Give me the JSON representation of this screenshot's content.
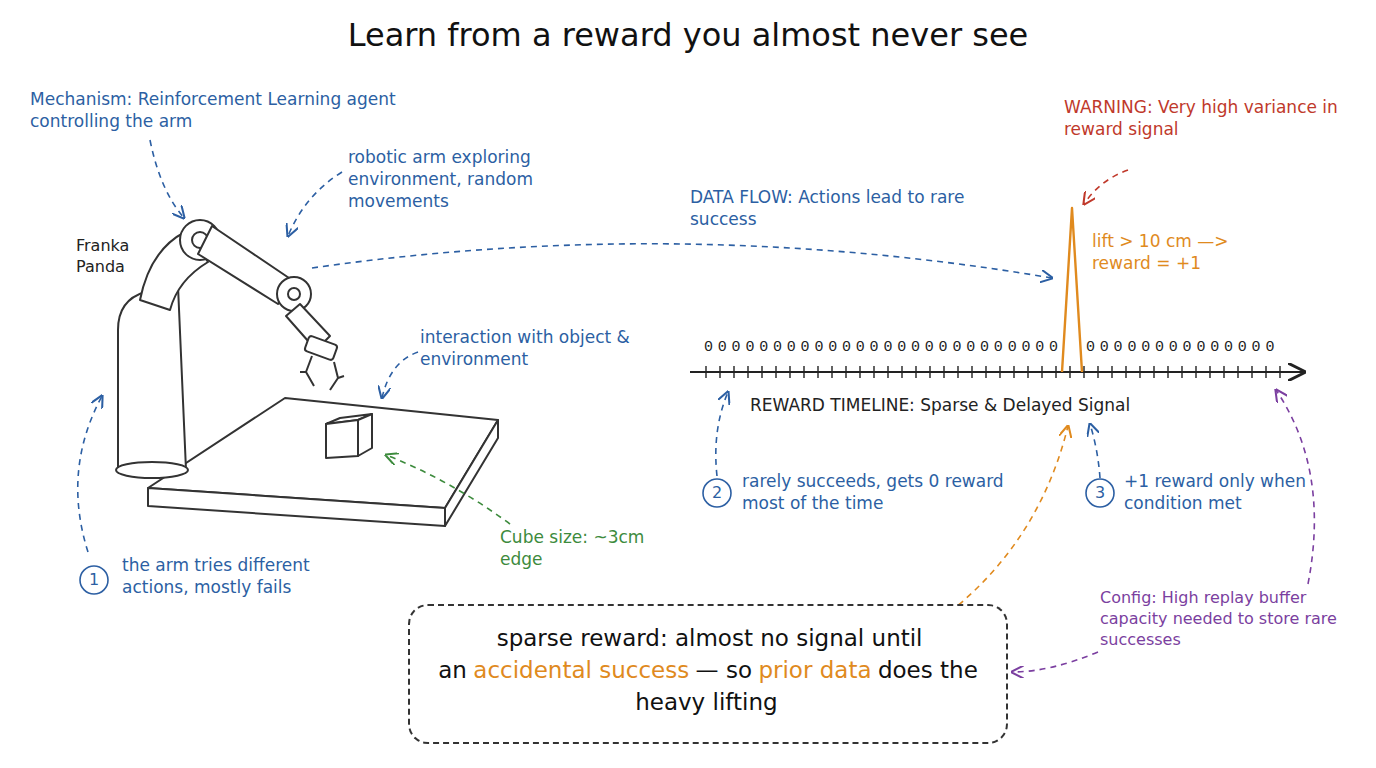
{
  "diagram": {
    "title": "Learn from a reward you almost never see",
    "nodes": [
      {
        "text": [
          "sparse reward: almost no signal until an",
          "accidental success",
          "— so",
          "prior data",
          "does the heavy lifting"
        ]
      }
    ],
    "labels": [
      "Mechanism: Reinforcement Learning agent controlling the arm",
      "robotic arm exploring environment, random movements",
      "Franka Panda",
      "interaction with object & environment",
      "Cube size: ~3cm edge",
      "1",
      "the arm tries different actions, mostly fails",
      "DATA FLOW: Actions lead to rare success",
      "WARNING: Very high variance in reward signal",
      "lift > 10 cm —> reward = +1",
      "00000000000000000000000000",
      "00000000000000",
      "REWARD TIMELINE: Sparse & Delayed Signal",
      "2",
      "rarely succeeds, gets 0 reward most of the time",
      "3",
      "+1 reward only when condition met",
      "Config: High replay buffer capacity needed to store rare successes"
    ]
  }
}
